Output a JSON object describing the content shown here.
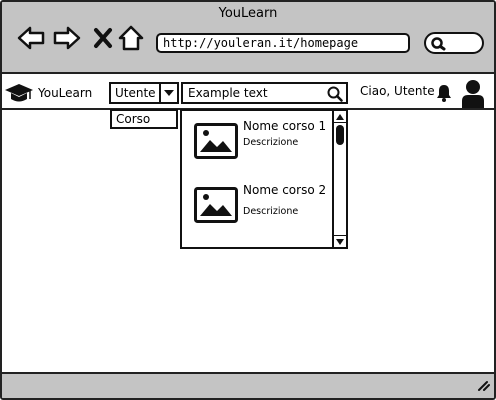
{
  "window": {
    "title": "YouLearn"
  },
  "browser": {
    "url": "http://youleran.it/homepage",
    "icons": [
      "back-arrow-icon",
      "forward-arrow-icon",
      "close-x-icon",
      "home-icon",
      "search-icon"
    ]
  },
  "nav": {
    "brand": "YouLearn",
    "brand_icon": "graduation-cap-icon",
    "category_select": {
      "value": "Utente",
      "options": [
        "Corso"
      ]
    },
    "search": {
      "value": "Example text"
    },
    "greeting": "Ciao, Utente",
    "icons": [
      "bell-icon",
      "user-icon"
    ]
  },
  "results": {
    "courses": [
      {
        "title": "Nome corso 1",
        "description": "Descrizione"
      },
      {
        "title": "Nome corso 2",
        "description": "Descrizione"
      }
    ]
  },
  "colors": {
    "chrome": "#c4c4c4",
    "stroke": "#111111",
    "background": "#ffffff"
  }
}
